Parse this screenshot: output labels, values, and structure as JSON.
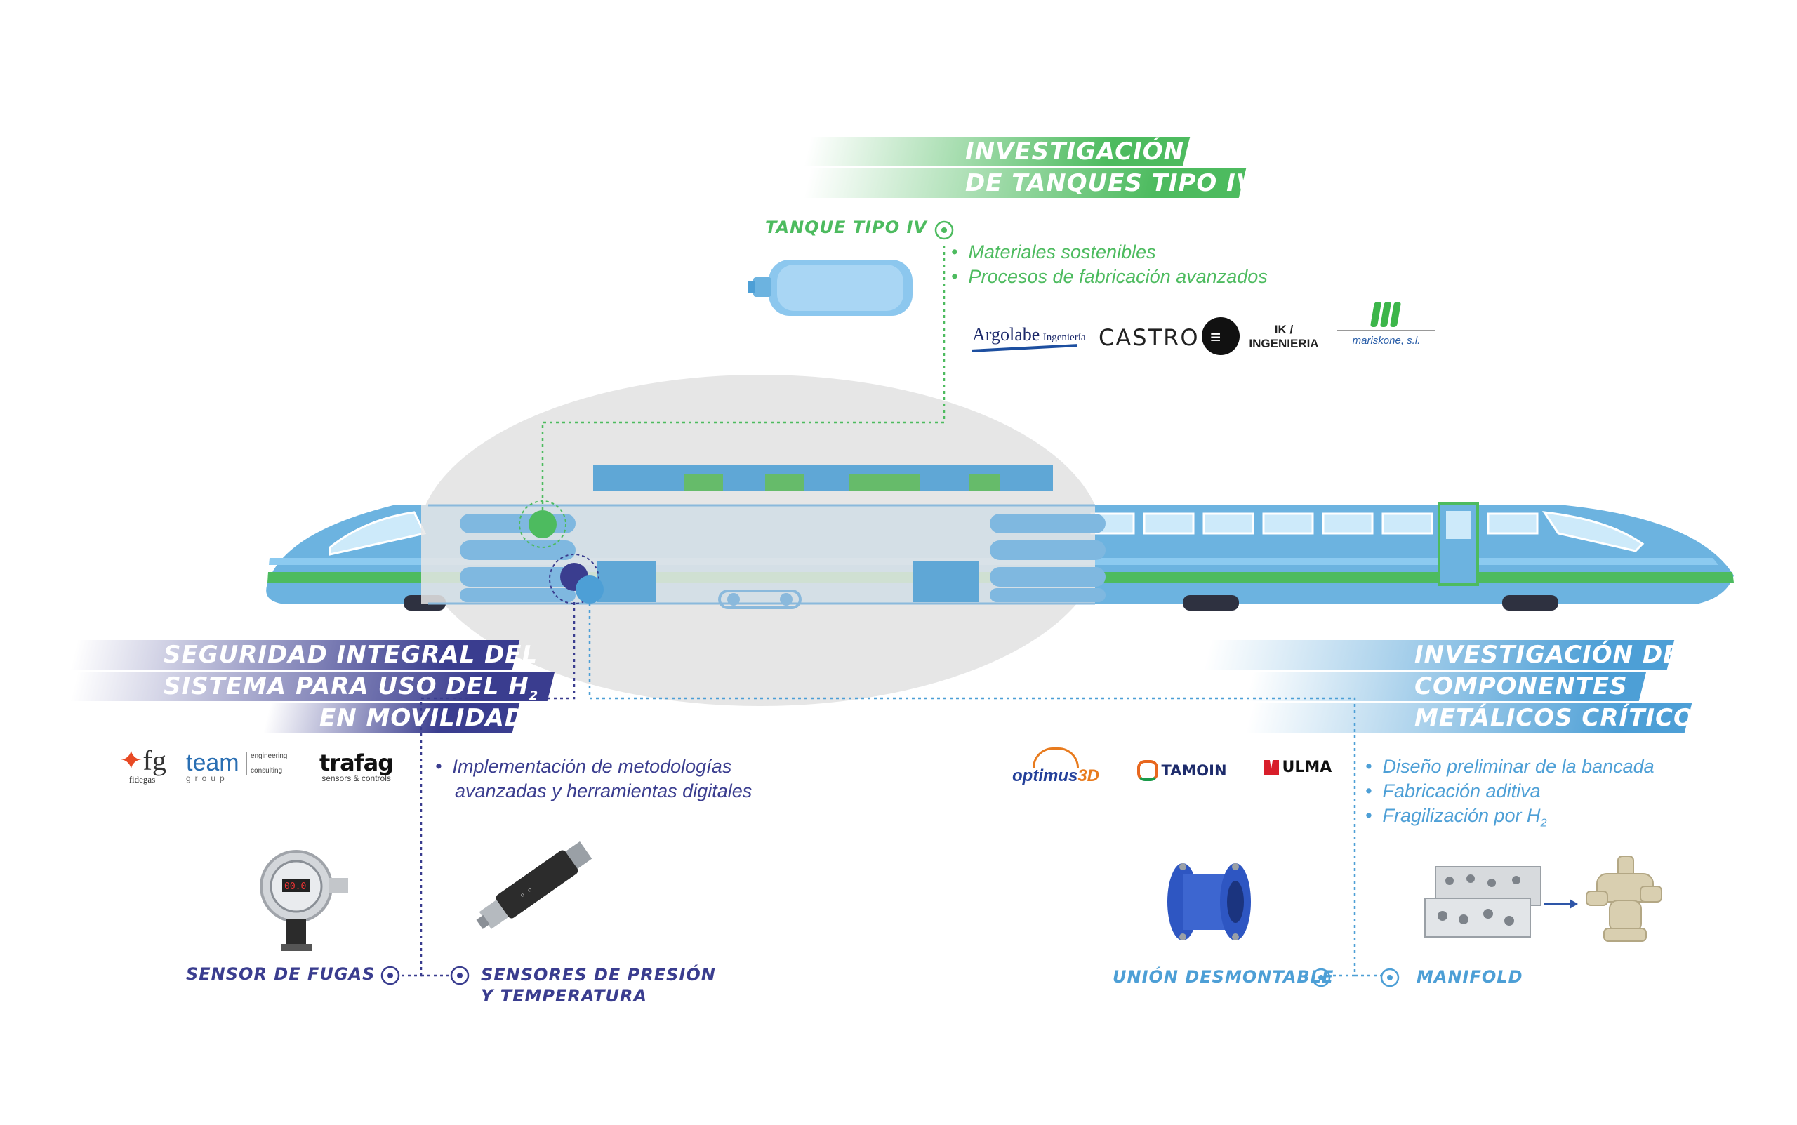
{
  "colors": {
    "green": "#4dbb5f",
    "navy": "#3a3d8f",
    "blue": "#4d9fd6",
    "train_blue": "#6cb3e0",
    "highlight_gray": "#e6e6e6"
  },
  "sections": {
    "tanques": {
      "title_line1": "INVESTIGACIÓN",
      "title_line2": "DE TANQUES TIPO IV",
      "item_label": "TANQUE TIPO IV",
      "bullets": [
        "Materiales sostenibles",
        "Procesos de fabricación avanzados"
      ],
      "logos": {
        "argolabe_main": "Argolabe",
        "argolabe_sub": "Ingeniería",
        "castro": "CASTRO",
        "ik_line1": "IK /",
        "ik_line2": "INGENIERIA",
        "mariskone": "mariskone, s.l."
      }
    },
    "seguridad": {
      "title_line1": "SEGURIDAD INTEGRAL DEL",
      "title_line2": "SISTEMA PARA USO DEL H",
      "title_line2_sub": "2",
      "title_line3": "EN MOVILIDAD",
      "bullet_line1": "Implementación de metodologías",
      "bullet_line2": "avanzadas y herramientas digitales",
      "item1_label": "SENSOR DE FUGAS",
      "item2_label_line1": "SENSORES DE PRESIÓN",
      "item2_label_line2": "Y TEMPERATURA",
      "logos": {
        "fg_mark": "fg",
        "fg_name": "fidegas",
        "team": "team",
        "team_sub": "group",
        "team_side1": "engineering",
        "team_side2": "consulting",
        "trafag": "trafag",
        "trafag_sub": "sensors & controls"
      }
    },
    "componentes": {
      "title_line1": "INVESTIGACIÓN DE",
      "title_line2": "COMPONENTES",
      "title_line3": "METÁLICOS CRÍTICOS",
      "bullets": [
        "Diseño preliminar de la bancada",
        "Fabricación aditiva",
        "Fragilización por H"
      ],
      "bullet3_sub": "2",
      "item1_label": "UNIÓN DESMONTABLE",
      "item2_label": "MANIFOLD",
      "logos": {
        "optimus": "optimus",
        "optimus_3d": "3D",
        "tamoin": "TAMOIN",
        "ulma": "ULMA"
      }
    }
  },
  "icons": [
    "tank-icon",
    "gas-leak-sensor-icon",
    "pressure-sensor-icon",
    "dismountable-joint-icon",
    "manifold-block-icon",
    "printed-manifold-icon",
    "arrow-right-icon",
    "connector-dot-icon"
  ]
}
